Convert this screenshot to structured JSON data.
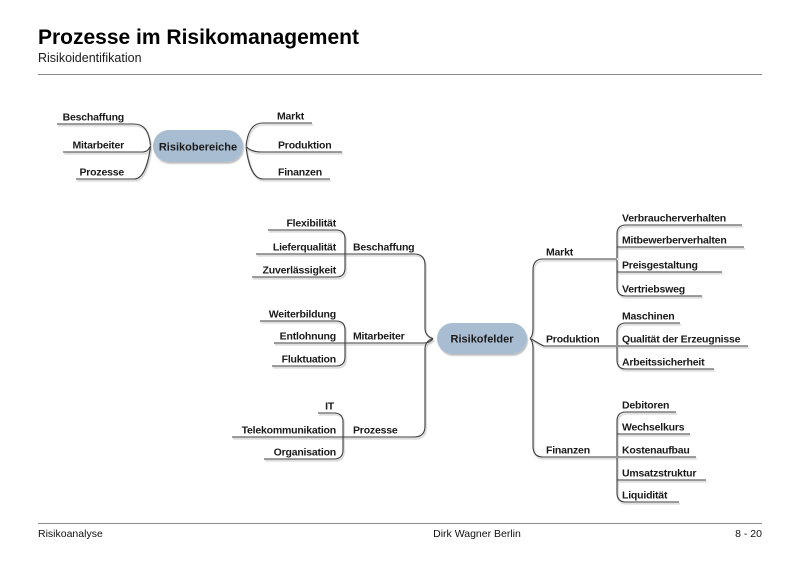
{
  "slide": {
    "title": "Prozesse im Risikomanagement",
    "subtitle": "Risikoidentifikation",
    "footer": {
      "left": "Risikoanalyse",
      "center": "Dirk Wagner Berlin",
      "right": "8 - 20"
    }
  },
  "colors": {
    "node_fill": "#a9bdd2",
    "line": "#3d3d3d",
    "text": "#1a1a1a"
  },
  "diagram1": {
    "center": "Risikobereiche",
    "left": [
      "Beschaffung",
      "Mitarbeiter",
      "Prozesse"
    ],
    "right": [
      "Markt",
      "Produktion",
      "Finanzen"
    ]
  },
  "diagram2": {
    "center": "Risikofelder",
    "left_branches": [
      {
        "label": "Beschaffung",
        "children": [
          "Flexibilität",
          "Lieferqualität",
          "Zuverlässigkeit"
        ]
      },
      {
        "label": "Mitarbeiter",
        "children": [
          "Weiterbildung",
          "Entlohnung",
          "Fluktuation"
        ]
      },
      {
        "label": "Prozesse",
        "children": [
          "IT",
          "Telekommunikation",
          "Organisation"
        ]
      }
    ],
    "right_branches": [
      {
        "label": "Markt",
        "children": [
          "Verbraucherverhalten",
          "Mitbewerberverhalten",
          "Preisgestaltung",
          "Vertriebsweg"
        ]
      },
      {
        "label": "Produktion",
        "children": [
          "Maschinen",
          "Qualität der Erzeugnisse",
          "Arbeitssicherheit"
        ]
      },
      {
        "label": "Finanzen",
        "children": [
          "Debitoren",
          "Wechselkurs",
          "Kostenaufbau",
          "Umsatzstruktur",
          "Liquidität"
        ]
      }
    ]
  }
}
